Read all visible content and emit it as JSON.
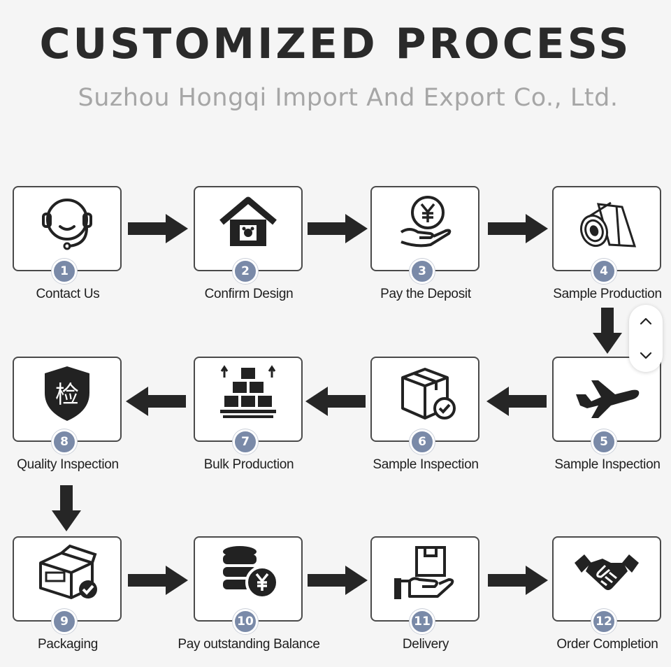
{
  "header": {
    "title": "CUSTOMIZED PROCESS",
    "subtitle": "Suzhou Hongqi Import And Export Co., Ltd."
  },
  "steps": [
    {
      "number": "1",
      "label": "Contact Us",
      "icon": "headset-icon"
    },
    {
      "number": "2",
      "label": "Confirm Design",
      "icon": "design-house-icon"
    },
    {
      "number": "3",
      "label": "Pay the Deposit",
      "icon": "yen-coin-hand-icon"
    },
    {
      "number": "4",
      "label": "Sample Production",
      "icon": "fabric-roll-icon"
    },
    {
      "number": "5",
      "label": "Sample Inspection",
      "icon": "airplane-icon"
    },
    {
      "number": "6",
      "label": "Sample Inspection",
      "icon": "box-check-icon"
    },
    {
      "number": "7",
      "label": "Bulk Production",
      "icon": "boxes-pallet-icon"
    },
    {
      "number": "8",
      "label": "Quality Inspection",
      "icon": "inspection-shield-icon",
      "glyph": "检"
    },
    {
      "number": "9",
      "label": "Packaging",
      "icon": "package-check-icon"
    },
    {
      "number": "10",
      "label": "Pay outstanding Balance",
      "icon": "coin-stack-yen-icon"
    },
    {
      "number": "11",
      "label": "Delivery",
      "icon": "hand-box-icon"
    },
    {
      "number": "12",
      "label": "Order Completion",
      "icon": "handshake-icon"
    }
  ],
  "colors": {
    "badge": "#7a8aa8",
    "arrow": "#262626",
    "title": "#2a2a2a",
    "subtitle": "#a6a6a6"
  },
  "scroll": {
    "up_icon": "chevron-up-icon",
    "down_icon": "chevron-down-icon"
  }
}
